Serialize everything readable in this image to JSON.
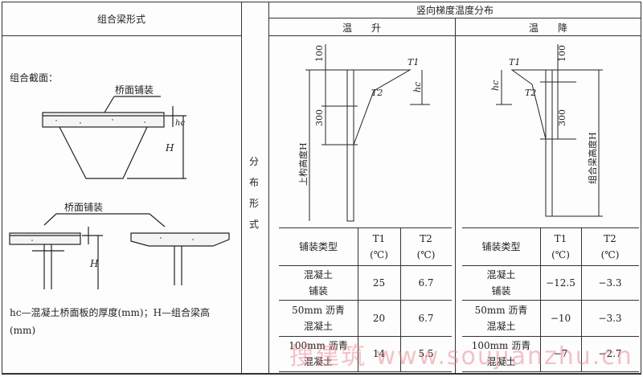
{
  "header": {
    "left": "组合梁形式",
    "dist": "分布形式",
    "right": "竖向梯度温度分布",
    "heat": "温　　升",
    "cool": "温　　降"
  },
  "left": {
    "section_title": "组合截面：",
    "paving1": "桥面铺装",
    "paving2": "桥面铺装",
    "hc": "hc",
    "H": "H",
    "note": "hc—混凝土桥面板的厚度(mm)；H—组合梁高(mm)"
  },
  "diagram_heat": {
    "d100": "100",
    "d300": "300",
    "T1": "T1",
    "T2": "T2",
    "hc": "hc",
    "H": "上构高度H"
  },
  "diagram_cool": {
    "d100": "100",
    "d300": "300",
    "T1": "T1",
    "T2": "T2",
    "hc": "hc",
    "H": "组合梁高度H"
  },
  "table_heat": {
    "headers": [
      "铺装类型",
      "T1\n(℃)",
      "T2\n(℃)"
    ],
    "rows": [
      [
        "混凝土\n铺装",
        "25",
        "6.7"
      ],
      [
        "50mm 沥青\n混凝土",
        "20",
        "6.7"
      ],
      [
        "100mm 沥青\n混凝土",
        "14",
        "5.5"
      ]
    ]
  },
  "table_cool": {
    "headers": [
      "铺装类型",
      "T1\n(℃)",
      "T2\n(℃)"
    ],
    "rows": [
      [
        "混凝土\n铺装",
        "−12.5",
        "−3.3"
      ],
      [
        "50mm 沥青\n混凝土",
        "−10",
        "−3.3"
      ],
      [
        "100mm 沥青\n混凝土",
        "−7",
        "−2.7"
      ]
    ]
  },
  "watermark": "搜建筑 www.soujianzhu.cn"
}
